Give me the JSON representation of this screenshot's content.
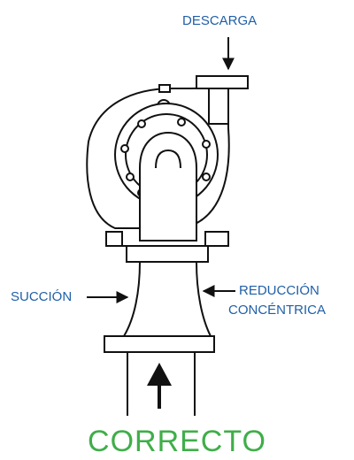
{
  "labels": {
    "discharge": "DESCARGA",
    "suction": "SUCCIÓN",
    "reducer_line1": "REDUCCIÓN",
    "reducer_line2": "CONCÉNTRICA",
    "verdict": "CORRECTO"
  },
  "colors": {
    "label": "#1f5fa8",
    "verdict": "#3fae49",
    "line": "#111111"
  },
  "icons": {
    "flow_arrow": "up-arrow",
    "label_pointers": "arrow"
  }
}
